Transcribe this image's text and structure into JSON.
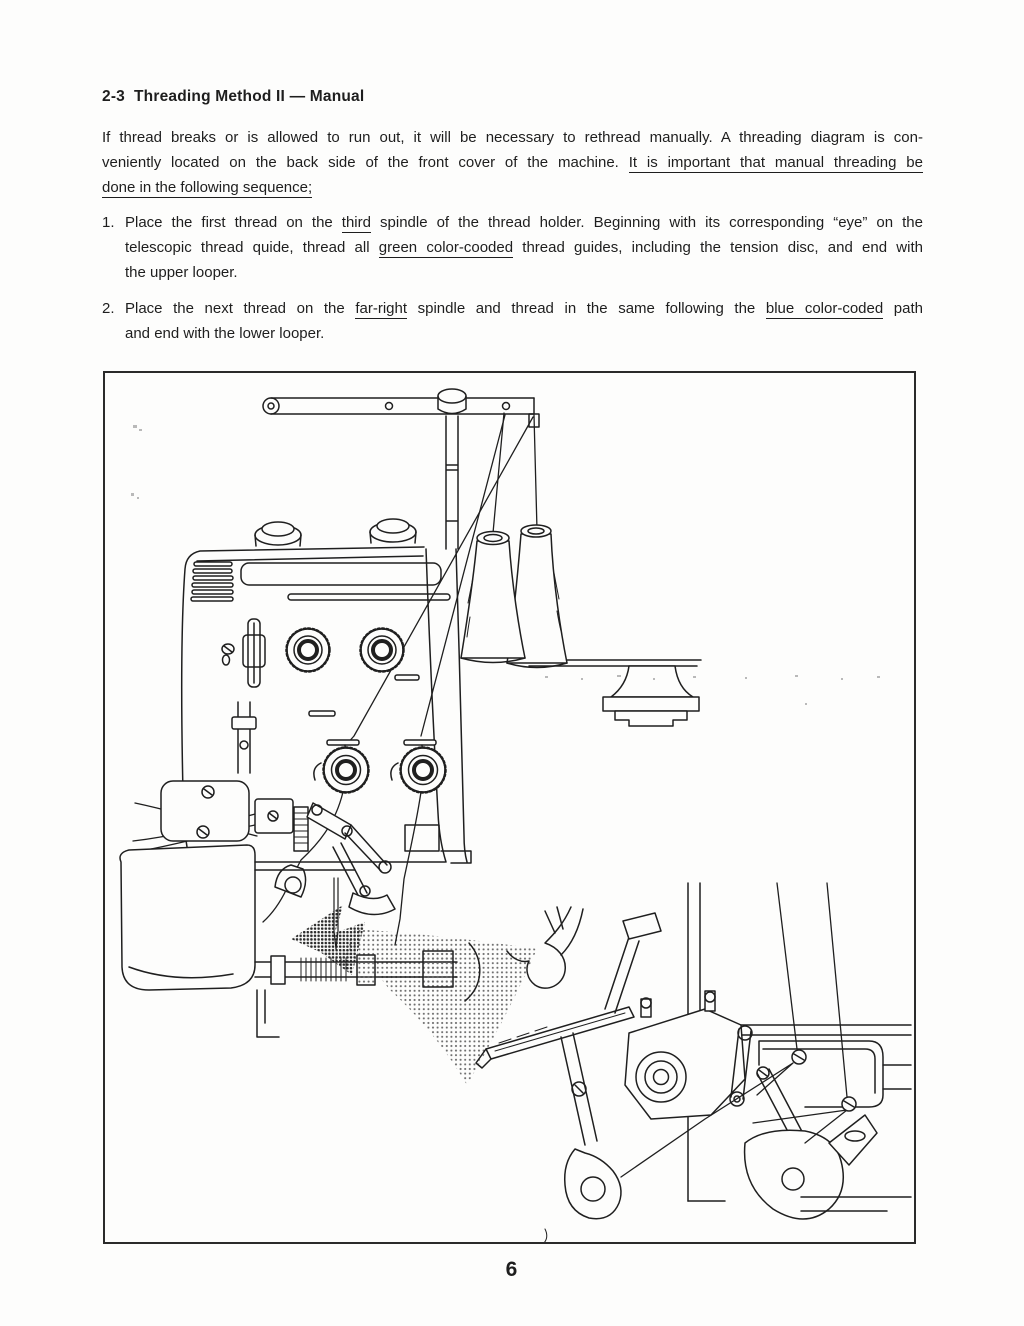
{
  "heading": "2-3  Threading Method II — Manual",
  "intro": {
    "line1": "If thread breaks or is allowed to run out, it will be necessary to rethread manually. A threading diagram is con-",
    "line2a": "veniently located on the back side of the front cover of the machine. ",
    "line2b_u": "It is important that manual threading be",
    "line3_u": "done in the following sequence;"
  },
  "steps": [
    {
      "number": "1.",
      "l1a": "Place the first thread on the ",
      "l1b_u": "third",
      "l1c": " spindle of the thread holder. Beginning with its corresponding “eye” on the",
      "l2a": "telescopic thread quide, thread all ",
      "l2b_u": "green color-cooded",
      "l2c": " thread guides, including the tension disc, and end with",
      "l3": "the upper looper."
    },
    {
      "number": "2.",
      "l1a": "Place the next thread on the ",
      "l1b_u": "far-right",
      "l1c": " spindle and thread in the same following the ",
      "l1d_u": "blue color-coded",
      "l1e": " path",
      "l2": "and end with the lower looper."
    }
  ],
  "page_number": "6",
  "colors": {
    "paper": "#fdfdfc",
    "ink": "#1e1e1e",
    "halftone_light": "#6e6e6e",
    "halftone_dark": "#2b2b2b"
  }
}
